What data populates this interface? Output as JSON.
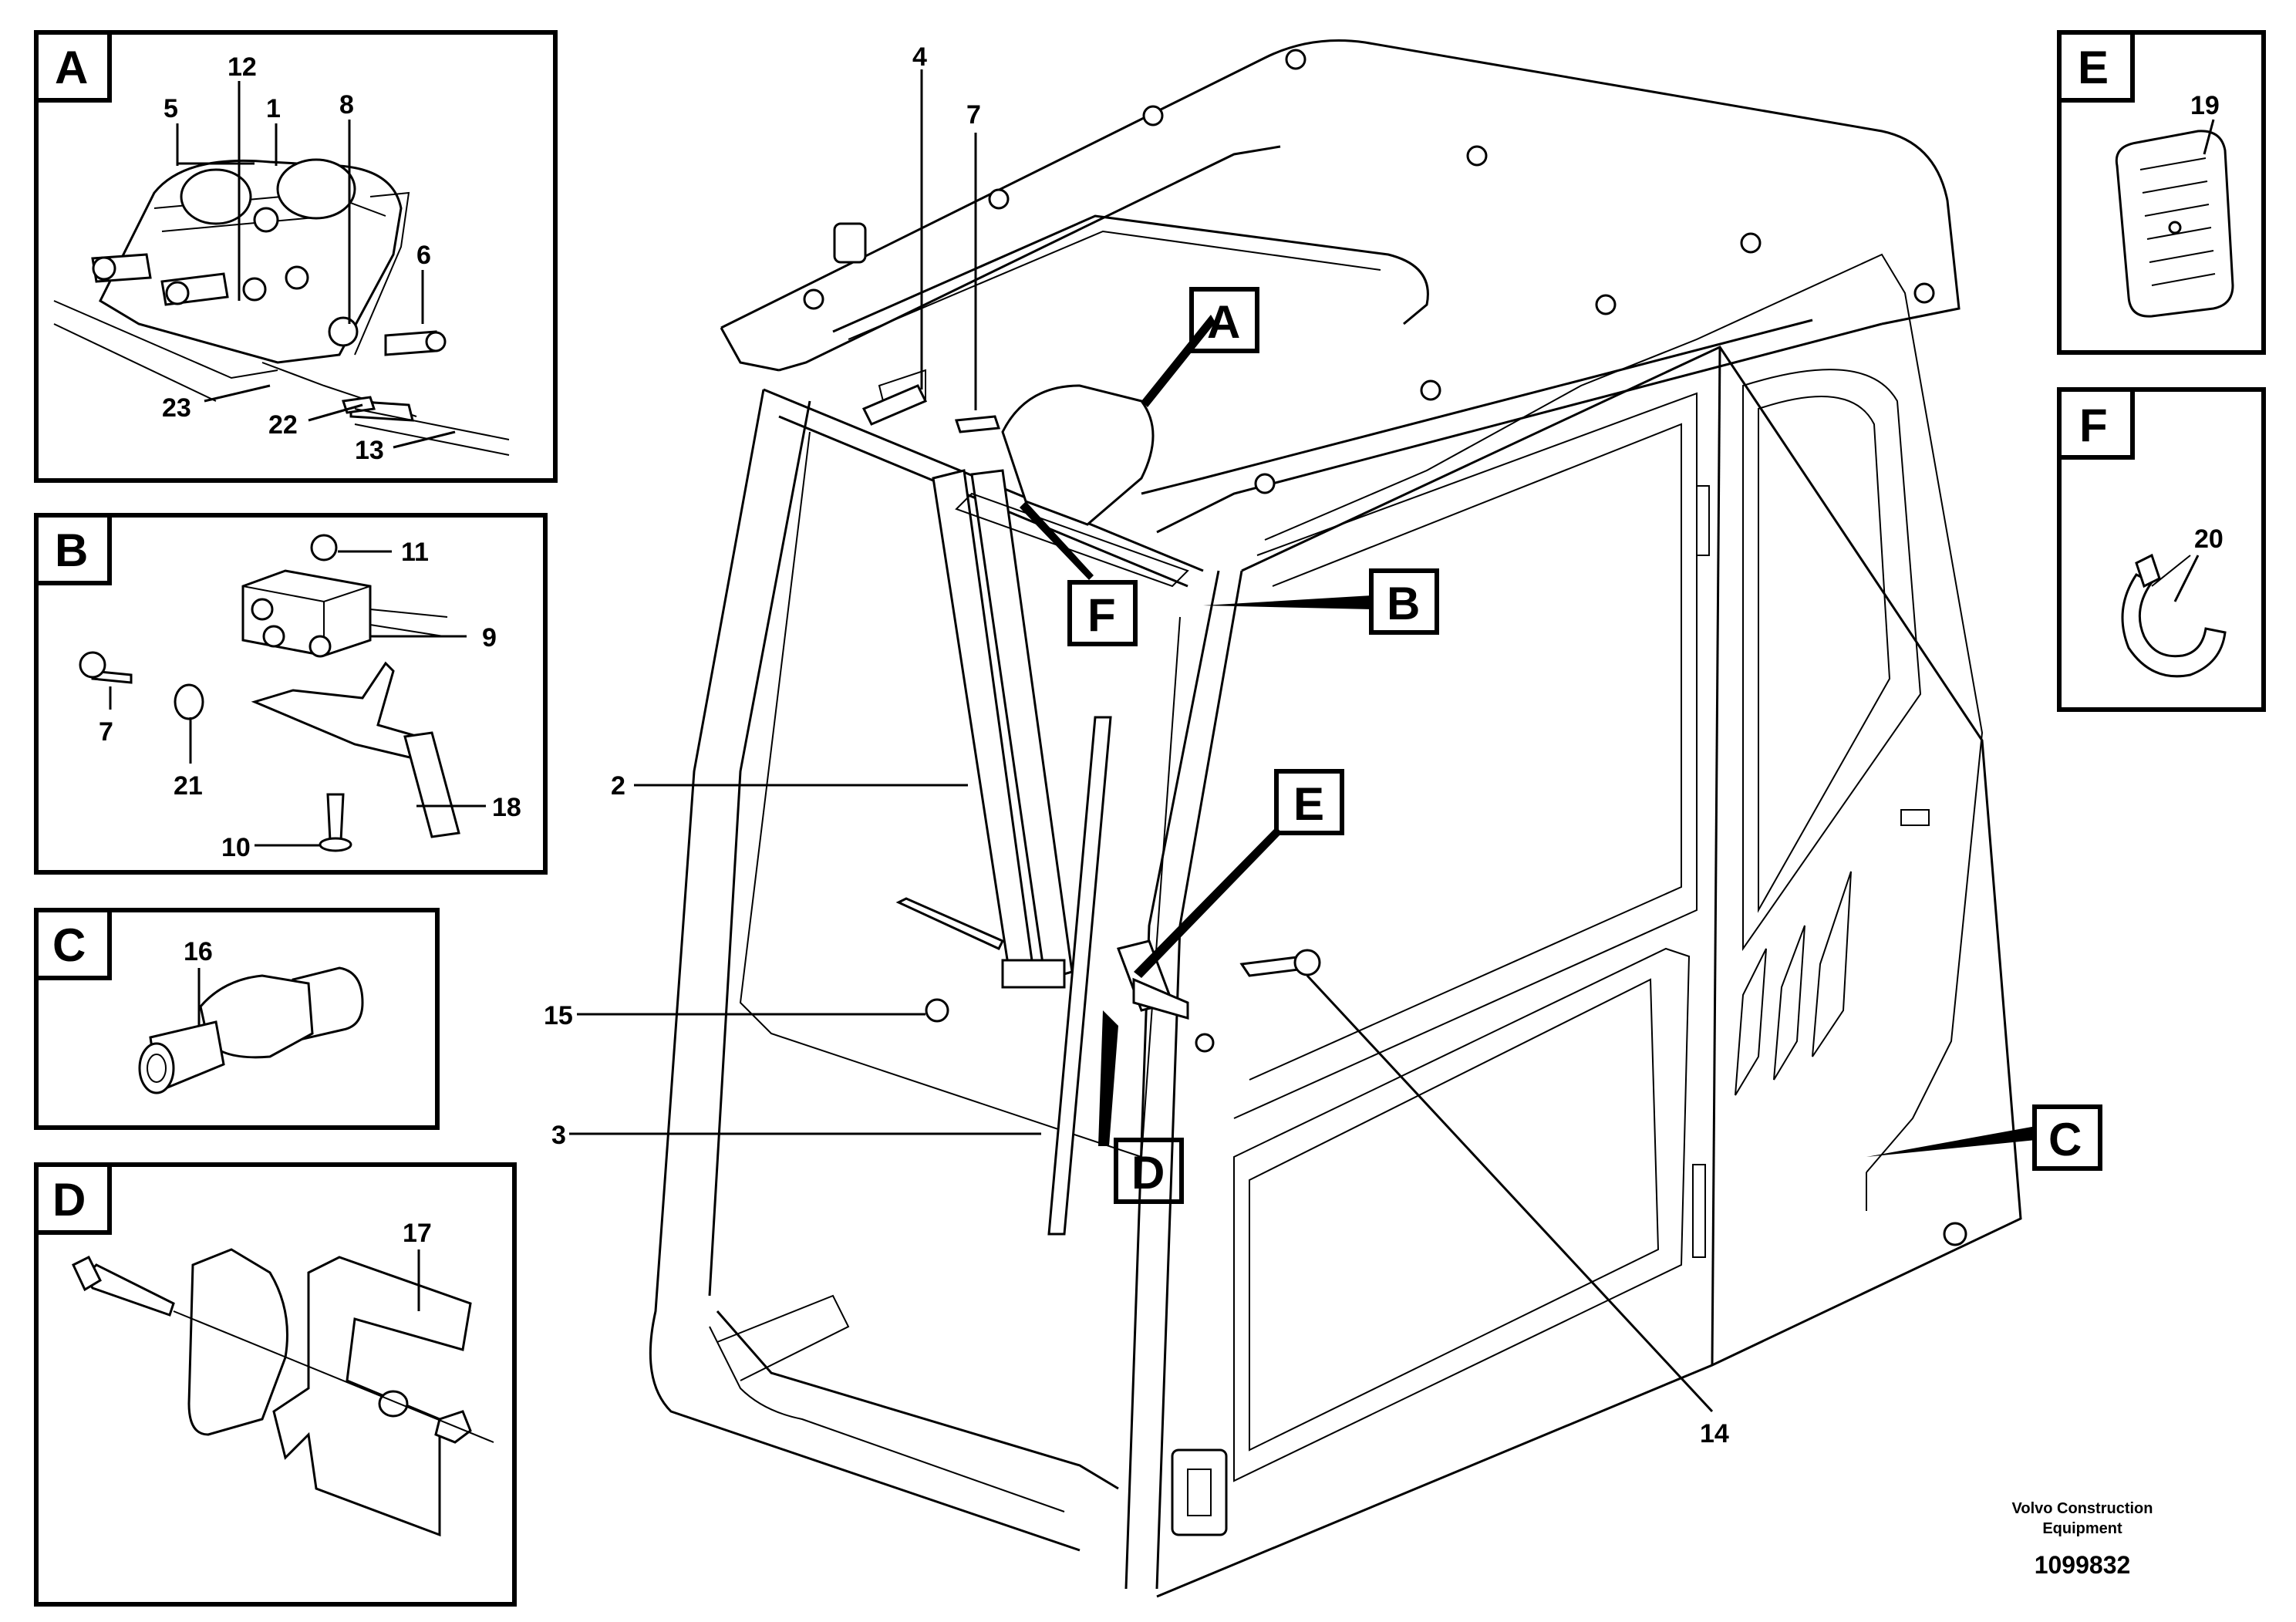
{
  "inset_letters": {
    "A": "A",
    "B": "B",
    "C": "C",
    "D": "D",
    "E": "E",
    "F": "F"
  },
  "callout_letters": {
    "A": "A",
    "B": "B",
    "C": "C",
    "D": "D",
    "E": "E",
    "F": "F"
  },
  "inset_A": {
    "n12": "12",
    "n5": "5",
    "n1": "1",
    "n8": "8",
    "n6": "6",
    "n23": "23",
    "n22": "22",
    "n13": "13"
  },
  "inset_B": {
    "n11": "11",
    "n9": "9",
    "n7": "7",
    "n21": "21",
    "n18": "18",
    "n10": "10"
  },
  "inset_C": {
    "n16": "16"
  },
  "inset_D": {
    "n17": "17"
  },
  "inset_E": {
    "n19": "19"
  },
  "inset_F": {
    "n20": "20"
  },
  "main": {
    "n4": "4",
    "n7": "7",
    "n2": "2",
    "n15": "15",
    "n3": "3",
    "n14": "14"
  },
  "footer": {
    "brand_line1": "Volvo Construction",
    "brand_line2": "Equipment",
    "doc_number": "1099832"
  }
}
